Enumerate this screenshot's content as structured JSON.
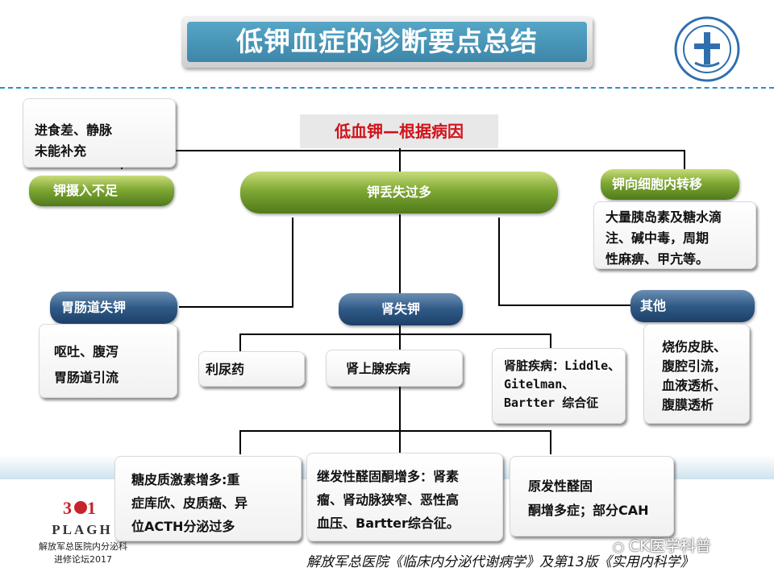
{
  "title": "低钾血症的诊断要点总结",
  "center_label": "低血钾—根据病因",
  "categories": {
    "intake": "钾摄入不足",
    "loss": "钾丢失过多",
    "shift": "钾向细胞内转移"
  },
  "boxes": {
    "intake_desc": "进食差、静脉\n未能补充",
    "shift_desc": "大量胰岛素及糖水滴\n注、碱中毒，周期\n性麻痹、甲亢等。",
    "gi_desc": "呕吐、腹泻\n胃肠道引流",
    "diuretic": "利尿药",
    "adrenal": "肾上腺疾病",
    "kidney_desc": "肾脏疾病：Liddle、\nGitelman、\nBartter 综合征",
    "other_desc": "烧伤皮肤、\n腹腔引流，\n血液透析、\n腹膜透析",
    "cortisol": "糖皮质激素增多:重\n症库欣、皮质癌、异\n位ACTH分泌过多",
    "secondary": "继发性醛固酮增多：肾素\n瘤、肾动脉狭窄、恶性高\n血压、Bartter综合征。",
    "primary": "原发性醛固\n酮增多症；部分CAH"
  },
  "subcategories": {
    "gi": "胃肠道失钾",
    "renal": "肾失钾",
    "other": "其他"
  },
  "footer": {
    "reference": "解放军总医院《临床内分泌代谢病学》及第13版《实用内科学》",
    "org_line1": "解放军总医院内分泌科",
    "org_line2": "进修论坛2017",
    "plagh": "PLAGH",
    "watermark": "CK医学科普"
  },
  "colors": {
    "title_bg": "#4a98bc",
    "red_text": "#d1121b",
    "green_pill": "#6f9a2a",
    "blue_pill": "#2f5a86",
    "dash": "#2e8ec0"
  }
}
